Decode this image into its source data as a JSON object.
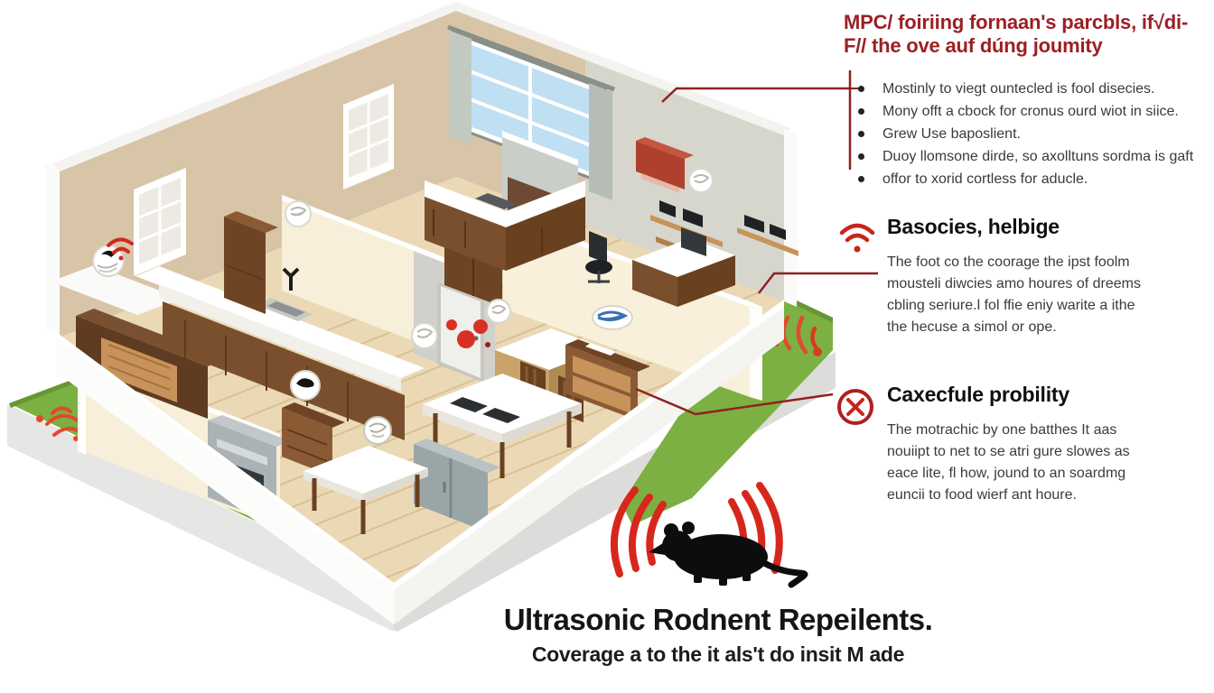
{
  "annotation_column": {
    "title": {
      "lines": [
        "MPC/ foiriing fornaan's parcbls, if√di-",
        "F// the ove auf dúng joumity"
      ],
      "color": "#9b2024"
    },
    "bullets": [
      "Mostinly to viegt ountecled is fool disecies.",
      "Mony offt a cbock for cronus ourd wiot in siice.",
      "Grew Use baposlient.",
      "Duoy llomsone dirde, so axolltuns sordma is gaft",
      "offor to xorid cortless for aducle."
    ],
    "sections": [
      {
        "icon": "wifi-icon",
        "heading": "Basocies, helbige",
        "body": "The foot co the coorage the ipst foolm\nmousteli diwcies amo houres of dreems\ncbling seriure.l fol ffie eniy warite a ithe\nthe hecuse a simol or ope."
      },
      {
        "icon": "crossed-circle-icon",
        "heading": "Caxecfule probility",
        "body": "The motrachic by one batthes It aas\nnouiipt to net to se atri gure slowes as\neace lite, fl how, jound to an soardmg\neuncii to food wierf ant houre."
      }
    ]
  },
  "footer": {
    "title": "Ultrasonic Rodnent Repeilents.",
    "subtitle": "Coverage a to the it als't do insit M ade"
  },
  "diagram": {
    "type": "isometric-house-cutaway",
    "icons": [
      "ultrasonic-repeller-icon",
      "wifi-signal-icon",
      "rat-icon",
      "sound-waves-icon",
      "balloon-decor-icon"
    ],
    "colors": {
      "leader_line": "#8e2220",
      "accent_red": "#c9241c",
      "title_red": "#9b2024",
      "lawn_green": "#7cb042",
      "wall_tan": "#d8c5a7",
      "wall_gray": "#d6d6cd",
      "wall_cream": "#f7efd9",
      "floor_wood": "#ebd9b6",
      "foundation_gray": "#dcdcda",
      "furniture_brown": "#7a4f2d",
      "rat_black": "#111111"
    }
  }
}
